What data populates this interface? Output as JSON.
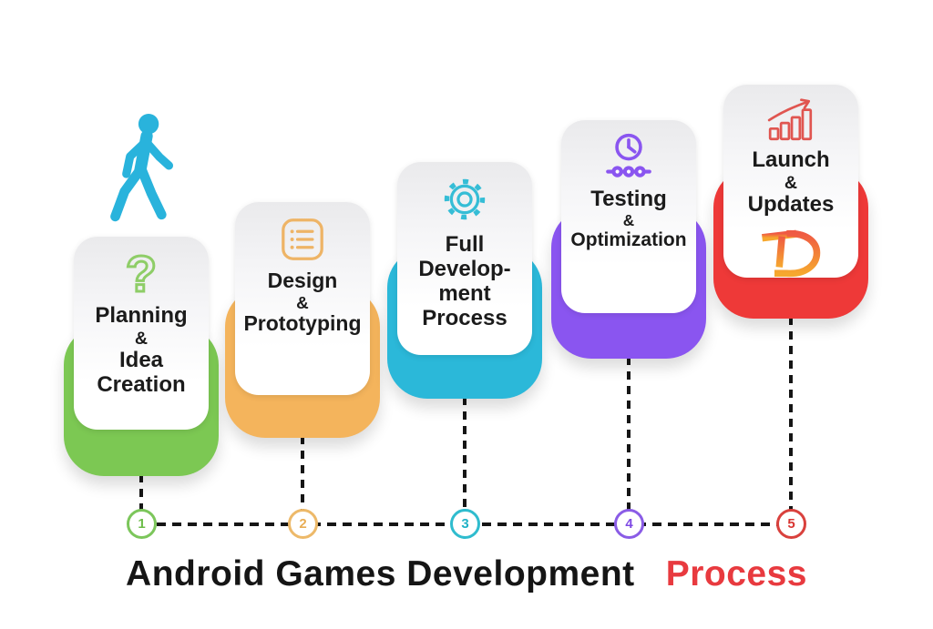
{
  "title": {
    "black_part": "Android Games Development",
    "red_part": "Process",
    "red_color": "#e83a3f"
  },
  "steps": [
    {
      "number": "1",
      "color": "#7cc853",
      "icon": "question-mark-icon",
      "label_lines": [
        "Planning",
        "&",
        "Idea",
        "Creation"
      ]
    },
    {
      "number": "2",
      "color": "#f4b45c",
      "icon": "checklist-icon",
      "label_lines": [
        "Design",
        "&",
        "Prototyping"
      ]
    },
    {
      "number": "3",
      "color": "#2bb8d9",
      "icon": "gear-icon",
      "label_lines": [
        "Full",
        "Develop-",
        "ment",
        "Process"
      ]
    },
    {
      "number": "4",
      "color": "#8a55f0",
      "icon": "clock-timeline-icon",
      "label_lines": [
        "Testing",
        "&",
        "Optimization"
      ]
    },
    {
      "number": "5",
      "color": "#ee3938",
      "icon": "growth-chart-icon",
      "label_lines": [
        "Launch",
        "&",
        "Updates"
      ],
      "logo": "TD"
    }
  ],
  "icons": {
    "question_mark_glyph": "?",
    "walking_person_color": "#29b3dc"
  }
}
